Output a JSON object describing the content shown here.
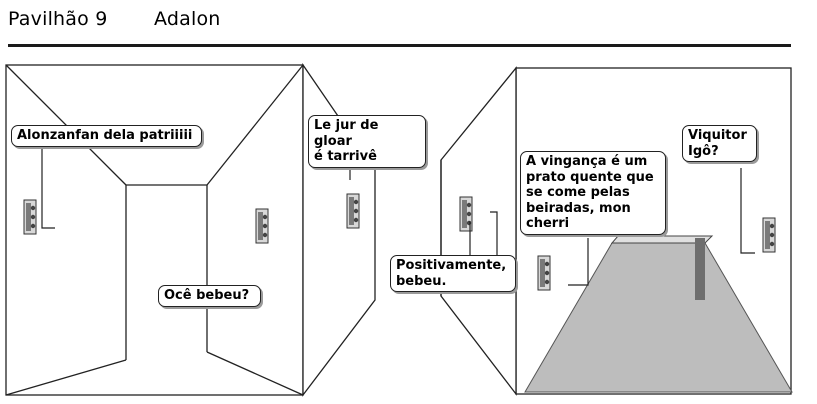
{
  "header": {
    "left_title": "Pavilhão 9",
    "right_title": "Adalon"
  },
  "panel_left": {
    "bubbles": {
      "b1": "Alonzanfan dela patriiiii",
      "b2": "Ocê bebeu?",
      "b3": "Le jur de gloar\né tarrivê"
    }
  },
  "panel_right": {
    "bubbles": {
      "b4": "Positivamente,\nbebeu.",
      "b5": "A vingança é um\nprato quente que\nse come pelas\nbeiradas, mon\ncherri",
      "b6": "Viquitor\nIgô?"
    }
  },
  "colors": {
    "line": "#222222",
    "floor": "#bdbdbd",
    "wall_edge": "#777777"
  }
}
